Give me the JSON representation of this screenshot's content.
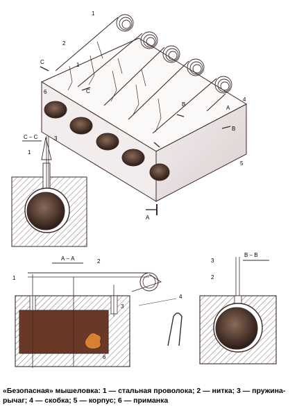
{
  "labels": {
    "l1": "1",
    "l2": "2",
    "l3": "3",
    "l4": "4",
    "l5": "5",
    "l6": "6",
    "a": "А",
    "b": "В",
    "c": "С"
  },
  "sections": {
    "cc": "С – С",
    "aa": "А – А",
    "bb": "В – В"
  },
  "caption": "«Безопасная» мышеловка:   1 — стальная проволока; 2 — нитка; 3 — пружина-рычаг; 4 — скобка; 5 — корпус; 6 — приманка",
  "colors": {
    "line": "#3a2a28",
    "hatch": "#6a5a58",
    "hole_fill": "#6b4a3a",
    "hole_dark": "#2b1b16",
    "bait": "#d98030",
    "cavity": "#6a3826"
  }
}
